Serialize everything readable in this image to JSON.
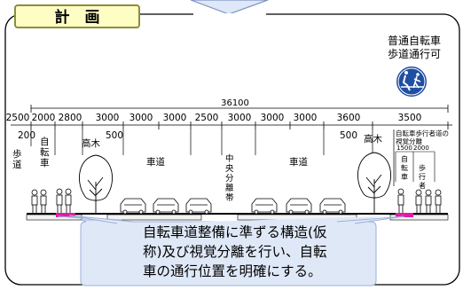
{
  "title_badge": "計　画",
  "sign": {
    "line1": "普通自転車",
    "line2": "歩道通行可",
    "icon": "bicycle-pedestrian-sign"
  },
  "overall_width": "36100",
  "dimensions": [
    "2500",
    "2000",
    "2800",
    "3000",
    "3000",
    "3000",
    "2500",
    "3000",
    "3000",
    "3000",
    "3600",
    "3500"
  ],
  "sub_dims": {
    "left": "200",
    "left_mid": "500",
    "right_mid": "500",
    "right_right": "1500",
    "right_far": "2000"
  },
  "labels": {
    "left_sidewalk": "歩道",
    "left_bike": "自転車",
    "left_tree": "高木",
    "left_road": "車道",
    "median": "中央分離帯",
    "right_road": "車道",
    "right_tree": "高木",
    "right_header": "自転車歩行者道の",
    "right_header2": "視覚分離",
    "right_bike": "自転車",
    "right_ped": "歩行者"
  },
  "callout": {
    "line1": "自転車道整備に準ずる構造(仮",
    "line2": "称)及び視覚分離を行い、自転",
    "line3": "車の通行位置を明確にする。"
  },
  "colors": {
    "badge_fill": "#fefdc4",
    "badge_border": "#8b8f3a",
    "callout_fill": "#dfe8f7",
    "bike_lane": "#e21aa5",
    "sign_blue": "#1f4fa2",
    "badge_text": "#000000"
  }
}
